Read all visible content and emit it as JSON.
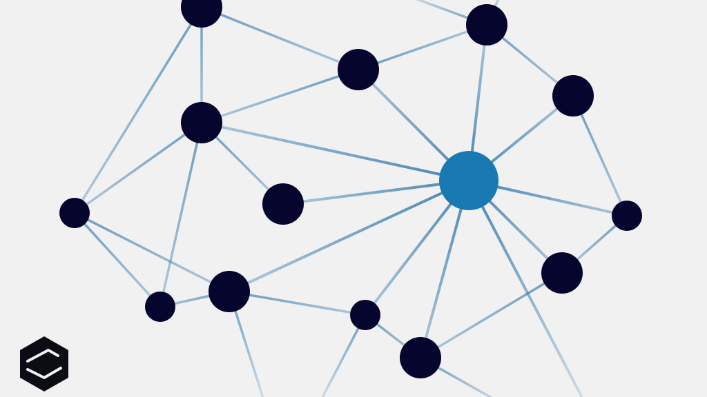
{
  "diagram": {
    "type": "network-graph",
    "colors": {
      "background": "#f1f1f1",
      "node": "#05052e",
      "hub": "#1879b3",
      "edge": "#3e7fb0",
      "logo": "#0c0c14"
    },
    "hub_node": "hub",
    "nodes": [
      {
        "id": "hub"
      },
      {
        "id": "n-top-left"
      },
      {
        "id": "n-top-right"
      },
      {
        "id": "n-upper-center"
      },
      {
        "id": "n-right-upper"
      },
      {
        "id": "n-left-center"
      },
      {
        "id": "n-center"
      },
      {
        "id": "n-far-left"
      },
      {
        "id": "n-far-right"
      },
      {
        "id": "n-right-lower"
      },
      {
        "id": "n-lower-left"
      },
      {
        "id": "n-small-left"
      },
      {
        "id": "n-lower-center"
      },
      {
        "id": "n-bottom-center"
      }
    ],
    "edges": [
      {
        "from": "hub",
        "to": "n-top-right"
      },
      {
        "from": "hub",
        "to": "n-upper-center"
      },
      {
        "from": "hub",
        "to": "n-right-upper"
      },
      {
        "from": "hub",
        "to": "n-left-center"
      },
      {
        "from": "hub",
        "to": "n-center"
      },
      {
        "from": "hub",
        "to": "n-far-right"
      },
      {
        "from": "hub",
        "to": "n-right-lower"
      },
      {
        "from": "hub",
        "to": "n-lower-left"
      },
      {
        "from": "hub",
        "to": "n-lower-center"
      },
      {
        "from": "hub",
        "to": "n-bottom-center"
      },
      {
        "from": "hub",
        "to": "offscreen-bottom-right"
      },
      {
        "from": "n-top-left",
        "to": "n-left-center"
      },
      {
        "from": "n-top-left",
        "to": "n-upper-center"
      },
      {
        "from": "n-top-left",
        "to": "n-far-left"
      },
      {
        "from": "n-upper-center",
        "to": "n-top-right"
      },
      {
        "from": "n-upper-center",
        "to": "n-left-center"
      },
      {
        "from": "n-top-right",
        "to": "n-right-upper"
      },
      {
        "from": "n-top-right",
        "to": "offscreen-top-a"
      },
      {
        "from": "n-top-right",
        "to": "offscreen-top-b"
      },
      {
        "from": "n-left-center",
        "to": "n-far-left"
      },
      {
        "from": "n-left-center",
        "to": "n-center"
      },
      {
        "from": "n-left-center",
        "to": "n-small-left"
      },
      {
        "from": "n-right-upper",
        "to": "n-far-right"
      },
      {
        "from": "n-far-right",
        "to": "n-right-lower"
      },
      {
        "from": "n-right-lower",
        "to": "n-bottom-center"
      },
      {
        "from": "n-far-left",
        "to": "n-lower-left"
      },
      {
        "from": "n-far-left",
        "to": "n-small-left"
      },
      {
        "from": "n-lower-left",
        "to": "n-small-left"
      },
      {
        "from": "n-lower-left",
        "to": "n-lower-center"
      },
      {
        "from": "n-lower-left",
        "to": "offscreen-bottom-left"
      },
      {
        "from": "n-lower-center",
        "to": "n-bottom-center"
      },
      {
        "from": "n-lower-center",
        "to": "offscreen-bottom-mid"
      },
      {
        "from": "n-bottom-center",
        "to": "offscreen-bottom-mid2"
      }
    ],
    "logo": {
      "icon": "cube-logo-icon"
    }
  }
}
